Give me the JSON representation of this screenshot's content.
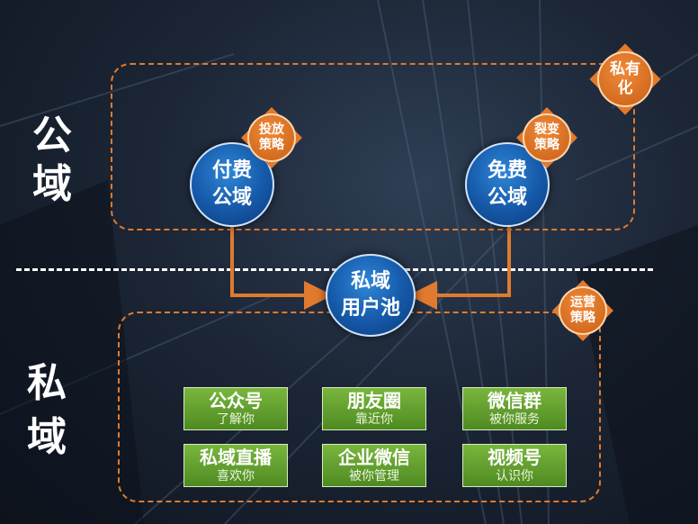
{
  "regions": {
    "public": "公域",
    "private": "私域"
  },
  "nodes": {
    "paid": [
      "付费",
      "公域"
    ],
    "free": [
      "免费",
      "公域"
    ],
    "pool": [
      "私域",
      "用户池"
    ]
  },
  "badges": {
    "privatize": [
      "私有",
      "化"
    ],
    "placement": [
      "投放",
      "策略"
    ],
    "fission": [
      "裂变",
      "策略"
    ],
    "operation": [
      "运营",
      "策略"
    ]
  },
  "channels": [
    {
      "title": "公众号",
      "sub": "了解你"
    },
    {
      "title": "朋友圈",
      "sub": "靠近你"
    },
    {
      "title": "微信群",
      "sub": "被你服务"
    },
    {
      "title": "私域直播",
      "sub": "喜欢你"
    },
    {
      "title": "企业微信",
      "sub": "被你管理"
    },
    {
      "title": "视频号",
      "sub": "认识你"
    }
  ],
  "colors": {
    "accent": "#e07a2e",
    "node": "#1558a8",
    "channel": "#5f9a2c"
  }
}
